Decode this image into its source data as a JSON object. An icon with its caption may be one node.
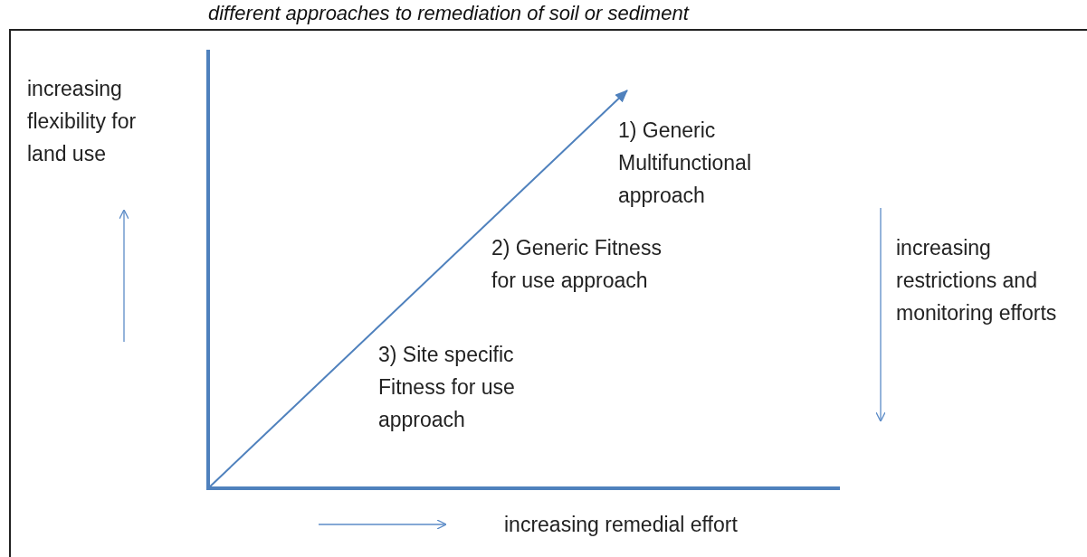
{
  "diagram": {
    "title": "different approaches to remediation of soil or sediment",
    "labels": [
      "increasing flexibility for land use",
      "1) Generic Multifunctional approach",
      "2) Generic Fitness for use approach",
      "increasing restrictions and monitoring efforts",
      "3) Site specific Fitness for use approach",
      "increasing remedial effort"
    ]
  }
}
